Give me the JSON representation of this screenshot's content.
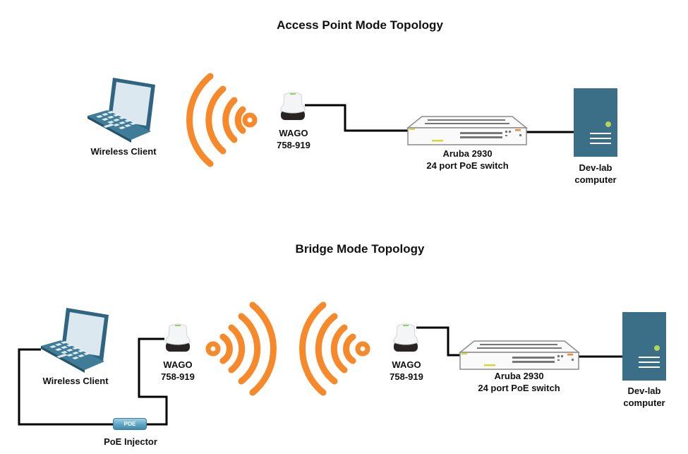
{
  "colors": {
    "signal": "#f7892a",
    "server": "#3a6f87",
    "server_led": "#b5d35b",
    "laptop": "#3e7c97",
    "wire": "#000000",
    "switch_accent": "#d4d93a",
    "switch_port_orange": "#f7892a"
  },
  "ap_mode": {
    "title": "Access Point Mode Topology",
    "client_label": "Wireless Client",
    "wago_label_line1": "WAGO",
    "wago_label_line2": "758-919",
    "switch_label_line1": "Aruba 2930",
    "switch_label_line2": "24 port PoE switch",
    "computer_label_line1": "Dev-lab",
    "computer_label_line2": "computer"
  },
  "bridge_mode": {
    "title": "Bridge Mode Topology",
    "client_label": "Wireless Client",
    "injector_badge": "POE",
    "injector_label": "PoE Injector",
    "wago_left_line1": "WAGO",
    "wago_left_line2": "758-919",
    "wago_right_line1": "WAGO",
    "wago_right_line2": "758-919",
    "switch_label_line1": "Aruba 2930",
    "switch_label_line2": "24 port PoE switch",
    "computer_label_line1": "Dev-lab",
    "computer_label_line2": "computer"
  }
}
